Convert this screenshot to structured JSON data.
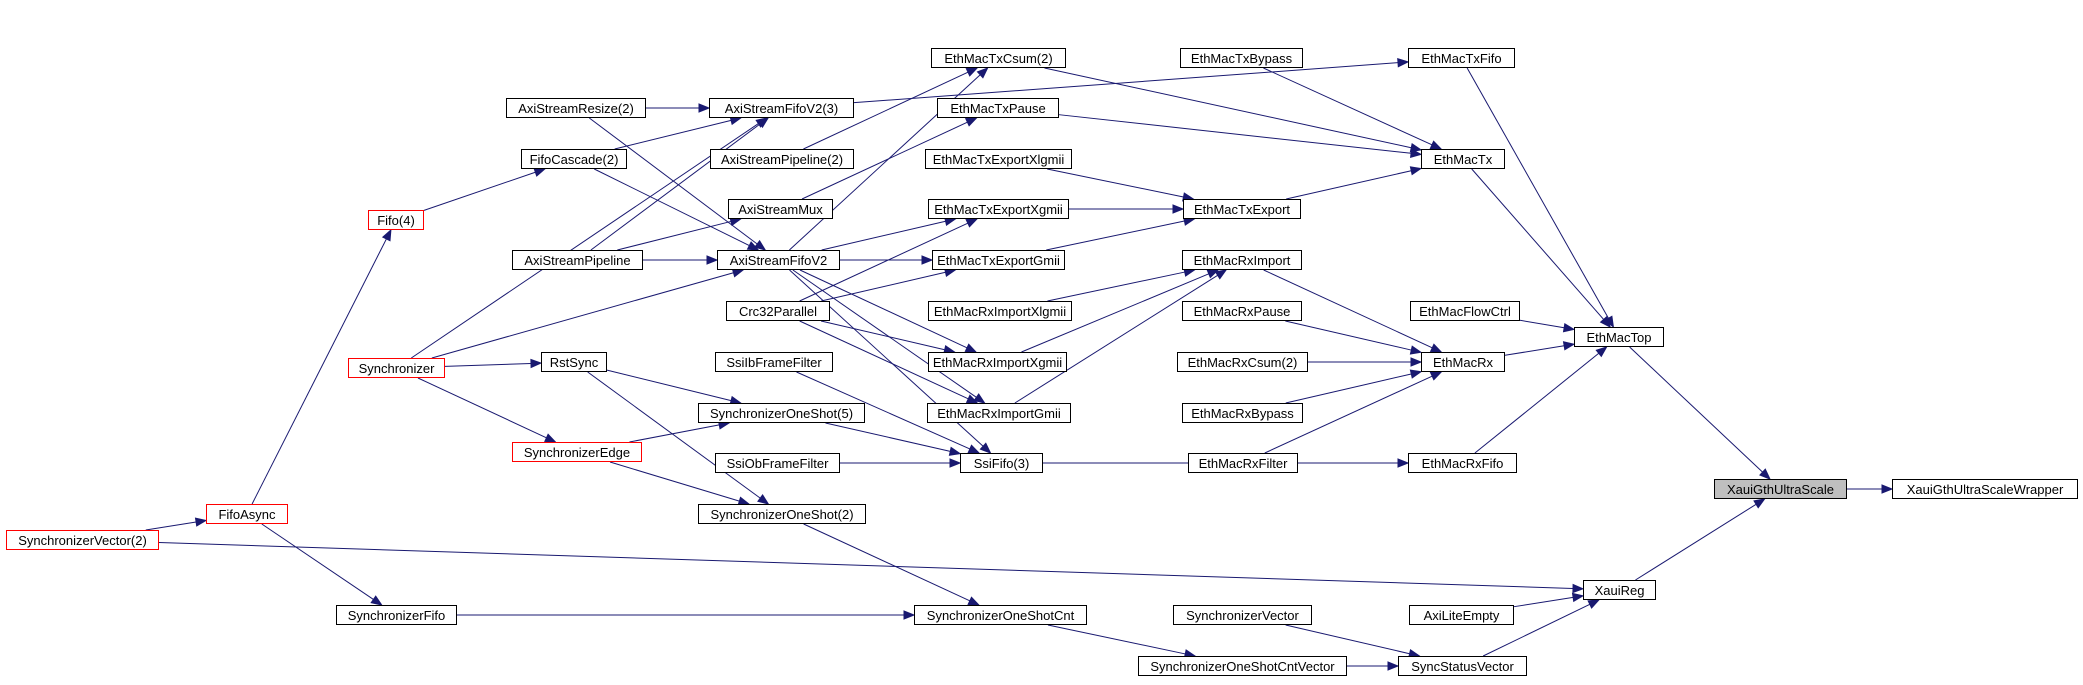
{
  "diagram": {
    "edge_color": "#191970",
    "focus_fill": "#bfbfbf",
    "nodes": {
      "XauiGthUltraScaleWrapper": {
        "label": "XauiGthUltraScaleWrapper",
        "border": "#000000"
      },
      "XauiGthUltraScale": {
        "label": "XauiGthUltraScale",
        "border": "#000000",
        "focus": true
      },
      "EthMacTop": {
        "label": "EthMacTop",
        "border": "#000000"
      },
      "XauiReg": {
        "label": "XauiReg",
        "border": "#000000"
      },
      "EthMacTxFifo": {
        "label": "EthMacTxFifo",
        "border": "#000000"
      },
      "EthMacTx": {
        "label": "EthMacTx",
        "border": "#000000"
      },
      "EthMacFlowCtrl": {
        "label": "EthMacFlowCtrl",
        "border": "#000000"
      },
      "EthMacRx": {
        "label": "EthMacRx",
        "border": "#000000"
      },
      "EthMacRxFifo": {
        "label": "EthMacRxFifo",
        "border": "#000000"
      },
      "AxiLiteEmpty": {
        "label": "AxiLiteEmpty",
        "border": "#000000"
      },
      "SyncStatusVector": {
        "label": "SyncStatusVector",
        "border": "#000000"
      },
      "EthMacTxBypass": {
        "label": "EthMacTxBypass",
        "border": "#000000"
      },
      "EthMacTxExport": {
        "label": "EthMacTxExport",
        "border": "#000000"
      },
      "EthMacRxImport": {
        "label": "EthMacRxImport",
        "border": "#000000"
      },
      "EthMacRxPause": {
        "label": "EthMacRxPause",
        "border": "#000000"
      },
      "EthMacRxCsum2": {
        "label": "EthMacRxCsum(2)",
        "border": "#000000"
      },
      "EthMacRxBypass": {
        "label": "EthMacRxBypass",
        "border": "#000000"
      },
      "EthMacRxFilter": {
        "label": "EthMacRxFilter",
        "border": "#000000"
      },
      "SynchronizerVector": {
        "label": "SynchronizerVector",
        "border": "#000000"
      },
      "SynchronizerOneShotCntVector": {
        "label": "SynchronizerOneShotCntVector",
        "border": "#000000"
      },
      "EthMacTxCsum2": {
        "label": "EthMacTxCsum(2)",
        "border": "#000000"
      },
      "EthMacTxPause": {
        "label": "EthMacTxPause",
        "border": "#000000"
      },
      "EthMacTxExportXlgmii": {
        "label": "EthMacTxExportXlgmii",
        "border": "#000000"
      },
      "EthMacTxExportXgmii": {
        "label": "EthMacTxExportXgmii",
        "border": "#000000"
      },
      "EthMacTxExportGmii": {
        "label": "EthMacTxExportGmii",
        "border": "#000000"
      },
      "EthMacRxImportXlgmii": {
        "label": "EthMacRxImportXlgmii",
        "border": "#000000"
      },
      "EthMacRxImportXgmii": {
        "label": "EthMacRxImportXgmii",
        "border": "#000000"
      },
      "EthMacRxImportGmii": {
        "label": "EthMacRxImportGmii",
        "border": "#000000"
      },
      "SsiFifo3": {
        "label": "SsiFifo(3)",
        "border": "#000000"
      },
      "SynchronizerOneShotCnt": {
        "label": "SynchronizerOneShotCnt",
        "border": "#000000"
      },
      "AxiStreamFifoV2_3": {
        "label": "AxiStreamFifoV2(3)",
        "border": "#000000"
      },
      "AxiStreamPipeline2": {
        "label": "AxiStreamPipeline(2)",
        "border": "#000000"
      },
      "AxiStreamMux": {
        "label": "AxiStreamMux",
        "border": "#000000"
      },
      "AxiStreamFifoV2": {
        "label": "AxiStreamFifoV2",
        "border": "#000000"
      },
      "Crc32Parallel": {
        "label": "Crc32Parallel",
        "border": "#000000"
      },
      "SsiIbFrameFilter": {
        "label": "SsiIbFrameFilter",
        "border": "#000000"
      },
      "SynchronizerOneShot5": {
        "label": "SynchronizerOneShot(5)",
        "border": "#000000"
      },
      "SsiObFrameFilter": {
        "label": "SsiObFrameFilter",
        "border": "#000000"
      },
      "SynchronizerOneShot2": {
        "label": "SynchronizerOneShot(2)",
        "border": "#000000"
      },
      "AxiStreamResize2": {
        "label": "AxiStreamResize(2)",
        "border": "#000000"
      },
      "FifoCascade2": {
        "label": "FifoCascade(2)",
        "border": "#000000"
      },
      "AxiStreamPipeline": {
        "label": "AxiStreamPipeline",
        "border": "#000000"
      },
      "RstSync": {
        "label": "RstSync",
        "border": "#000000"
      },
      "SynchronizerEdge": {
        "label": "SynchronizerEdge",
        "border": "#ff0000"
      },
      "SynchronizerFifo": {
        "label": "SynchronizerFifo",
        "border": "#000000"
      },
      "Fifo4": {
        "label": "Fifo(4)",
        "border": "#ff0000"
      },
      "Synchronizer": {
        "label": "Synchronizer",
        "border": "#ff0000"
      },
      "FifoAsync": {
        "label": "FifoAsync",
        "border": "#ff0000"
      },
      "SynchronizerVector2": {
        "label": "SynchronizerVector(2)",
        "border": "#ff0000"
      }
    },
    "edges": [
      {
        "from": "XauiGthUltraScale",
        "to": "XauiGthUltraScaleWrapper"
      },
      {
        "from": "EthMacTop",
        "to": "XauiGthUltraScale"
      },
      {
        "from": "XauiReg",
        "to": "XauiGthUltraScale"
      },
      {
        "from": "EthMacTxFifo",
        "to": "EthMacTop"
      },
      {
        "from": "EthMacTx",
        "to": "EthMacTop"
      },
      {
        "from": "EthMacFlowCtrl",
        "to": "EthMacTop"
      },
      {
        "from": "EthMacRx",
        "to": "EthMacTop"
      },
      {
        "from": "EthMacRxFifo",
        "to": "EthMacTop"
      },
      {
        "from": "AxiLiteEmpty",
        "to": "XauiReg"
      },
      {
        "from": "SyncStatusVector",
        "to": "XauiReg"
      },
      {
        "from": "SynchronizerVector2",
        "to": "XauiReg"
      },
      {
        "from": "EthMacTxBypass",
        "to": "EthMacTx"
      },
      {
        "from": "EthMacTxCsum2",
        "to": "EthMacTx"
      },
      {
        "from": "EthMacTxPause",
        "to": "EthMacTx"
      },
      {
        "from": "EthMacTxExport",
        "to": "EthMacTx"
      },
      {
        "from": "EthMacRxImport",
        "to": "EthMacRx"
      },
      {
        "from": "EthMacRxPause",
        "to": "EthMacRx"
      },
      {
        "from": "EthMacRxCsum2",
        "to": "EthMacRx"
      },
      {
        "from": "EthMacRxBypass",
        "to": "EthMacRx"
      },
      {
        "from": "EthMacRxFilter",
        "to": "EthMacRx"
      },
      {
        "from": "SsiFifo3",
        "to": "EthMacRxFifo"
      },
      {
        "from": "AxiStreamFifoV2_3",
        "to": "EthMacTxFifo"
      },
      {
        "from": "SynchronizerVector",
        "to": "SyncStatusVector"
      },
      {
        "from": "SynchronizerOneShotCntVector",
        "to": "SyncStatusVector"
      },
      {
        "from": "SynchronizerOneShotCnt",
        "to": "SynchronizerOneShotCntVector"
      },
      {
        "from": "EthMacTxExportXlgmii",
        "to": "EthMacTxExport"
      },
      {
        "from": "EthMacTxExportXgmii",
        "to": "EthMacTxExport"
      },
      {
        "from": "EthMacTxExportGmii",
        "to": "EthMacTxExport"
      },
      {
        "from": "EthMacRxImportXlgmii",
        "to": "EthMacRxImport"
      },
      {
        "from": "EthMacRxImportXgmii",
        "to": "EthMacRxImport"
      },
      {
        "from": "EthMacRxImportGmii",
        "to": "EthMacRxImport"
      },
      {
        "from": "AxiStreamPipeline2",
        "to": "EthMacTxCsum2"
      },
      {
        "from": "AxiStreamMux",
        "to": "EthMacTxPause"
      },
      {
        "from": "AxiStreamFifoV2",
        "to": "EthMacTxCsum2"
      },
      {
        "from": "AxiStreamFifoV2",
        "to": "EthMacTxExportXgmii"
      },
      {
        "from": "AxiStreamFifoV2",
        "to": "EthMacTxExportGmii"
      },
      {
        "from": "AxiStreamFifoV2",
        "to": "EthMacRxImportXgmii"
      },
      {
        "from": "AxiStreamFifoV2",
        "to": "EthMacRxImportGmii"
      },
      {
        "from": "AxiStreamFifoV2",
        "to": "SsiFifo3"
      },
      {
        "from": "Crc32Parallel",
        "to": "EthMacTxExportXgmii"
      },
      {
        "from": "Crc32Parallel",
        "to": "EthMacTxExportGmii"
      },
      {
        "from": "Crc32Parallel",
        "to": "EthMacRxImportXgmii"
      },
      {
        "from": "Crc32Parallel",
        "to": "EthMacRxImportGmii"
      },
      {
        "from": "SsiIbFrameFilter",
        "to": "SsiFifo3"
      },
      {
        "from": "SynchronizerOneShot5",
        "to": "SsiFifo3"
      },
      {
        "from": "SsiObFrameFilter",
        "to": "SsiFifo3"
      },
      {
        "from": "SynchronizerOneShot2",
        "to": "SynchronizerOneShotCnt"
      },
      {
        "from": "SynchronizerFifo",
        "to": "SynchronizerOneShotCnt"
      },
      {
        "from": "AxiStreamResize2",
        "to": "AxiStreamFifoV2_3"
      },
      {
        "from": "AxiStreamResize2",
        "to": "AxiStreamFifoV2"
      },
      {
        "from": "FifoCascade2",
        "to": "AxiStreamFifoV2_3"
      },
      {
        "from": "FifoCascade2",
        "to": "AxiStreamFifoV2"
      },
      {
        "from": "AxiStreamPipeline",
        "to": "AxiStreamFifoV2"
      },
      {
        "from": "AxiStreamPipeline",
        "to": "AxiStreamFifoV2_3"
      },
      {
        "from": "AxiStreamPipeline",
        "to": "AxiStreamMux"
      },
      {
        "from": "RstSync",
        "to": "SynchronizerOneShot5"
      },
      {
        "from": "RstSync",
        "to": "SynchronizerOneShot2"
      },
      {
        "from": "SynchronizerEdge",
        "to": "SynchronizerOneShot5"
      },
      {
        "from": "SynchronizerEdge",
        "to": "SynchronizerOneShot2"
      },
      {
        "from": "Fifo4",
        "to": "FifoCascade2"
      },
      {
        "from": "Synchronizer",
        "to": "AxiStreamFifoV2"
      },
      {
        "from": "Synchronizer",
        "to": "AxiStreamFifoV2_3"
      },
      {
        "from": "Synchronizer",
        "to": "RstSync"
      },
      {
        "from": "Synchronizer",
        "to": "SynchronizerEdge"
      },
      {
        "from": "FifoAsync",
        "to": "Fifo4"
      },
      {
        "from": "FifoAsync",
        "to": "SynchronizerFifo"
      },
      {
        "from": "SynchronizerVector2",
        "to": "FifoAsync"
      }
    ]
  }
}
